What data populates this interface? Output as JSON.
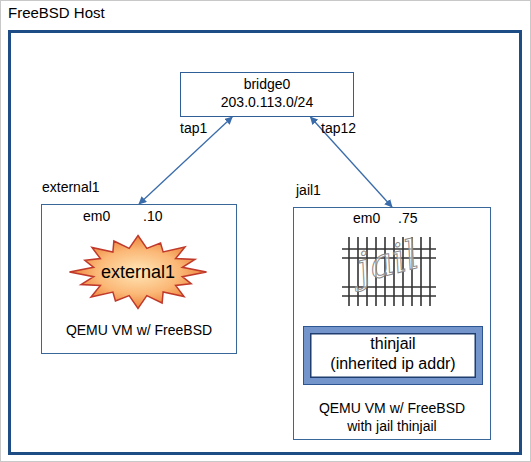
{
  "diagram": {
    "nodes": [
      {
        "text": [
          "FreeBSD Host"
        ]
      },
      {
        "text": [
          "bridge0",
          "203.0.113.0/24"
        ],
        "in": 0
      },
      {
        "text": [
          "external1",
          "em0",
          ".10",
          "QEMU VM w/ FreeBSD"
        ],
        "in": 0
      },
      {
        "text": [
          "external1"
        ],
        "in": 2
      },
      {
        "text": [
          "jail1",
          "em0",
          ".75",
          "QEMU VM w/ FreeBSD with jail thinjail"
        ],
        "in": 0
      },
      {
        "text": [
          "thinjail",
          "(inherited ip addr)"
        ],
        "in": 4
      }
    ],
    "edges": [
      {
        "from": 1,
        "to": 2,
        "arrow": "both",
        "label": "tap1"
      },
      {
        "from": 1,
        "to": 4,
        "arrow": "both",
        "label": "tap12"
      }
    ],
    "labels": [
      "jail"
    ]
  }
}
